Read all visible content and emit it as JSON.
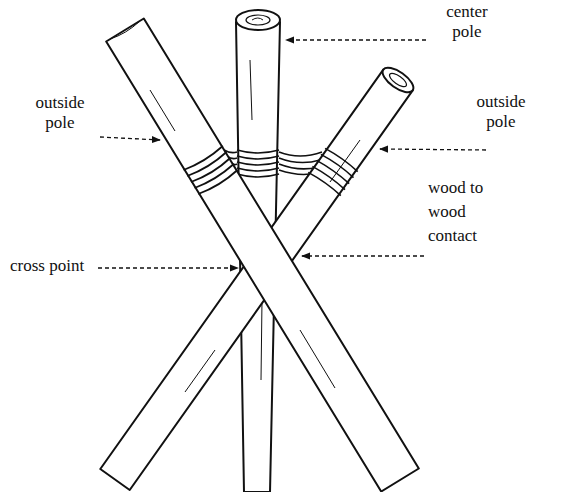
{
  "diagram": {
    "labels": [
      "center pole",
      "outside pole",
      "outside pole",
      "wood to wood contact",
      "cross point"
    ]
  }
}
